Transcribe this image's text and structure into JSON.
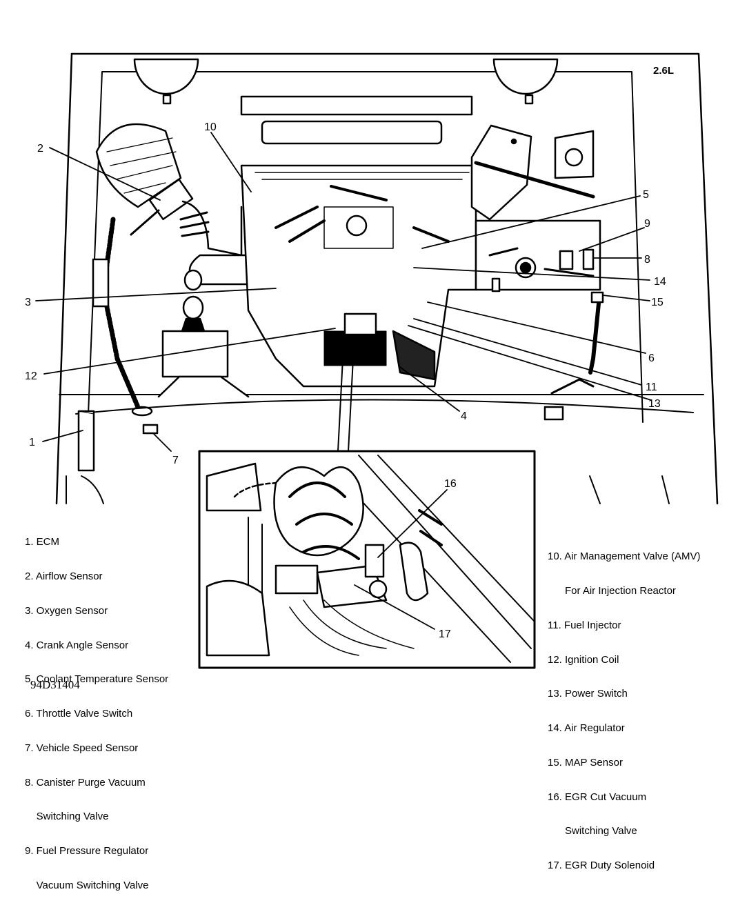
{
  "engine_label": "2.6L",
  "figure_id": "94D31404",
  "callouts": [
    "1",
    "2",
    "3",
    "4",
    "5",
    "6",
    "7",
    "8",
    "9",
    "10",
    "11",
    "12",
    "13",
    "14",
    "15",
    "16",
    "17"
  ],
  "legend_left": [
    "1. ECM",
    "2. Airflow Sensor",
    "3. Oxygen Sensor",
    "4. Crank Angle Sensor",
    "5. Coolant Temperature Sensor",
    "6. Throttle Valve Switch",
    "7. Vehicle Speed Sensor",
    "8. Canister Purge Vacuum",
    "    Switching Valve",
    "9. Fuel Pressure Regulator",
    "    Vacuum Switching Valve"
  ],
  "legend_right": [
    "10. Air Management Valve (AMV)",
    "      For Air Injection Reactor",
    "11. Fuel Injector",
    "12. Ignition Coil",
    "13. Power Switch",
    "14. Air Regulator",
    "15. MAP Sensor",
    "16. EGR Cut Vacuum",
    "      Switching Valve",
    "17. EGR Duty Solenoid"
  ]
}
